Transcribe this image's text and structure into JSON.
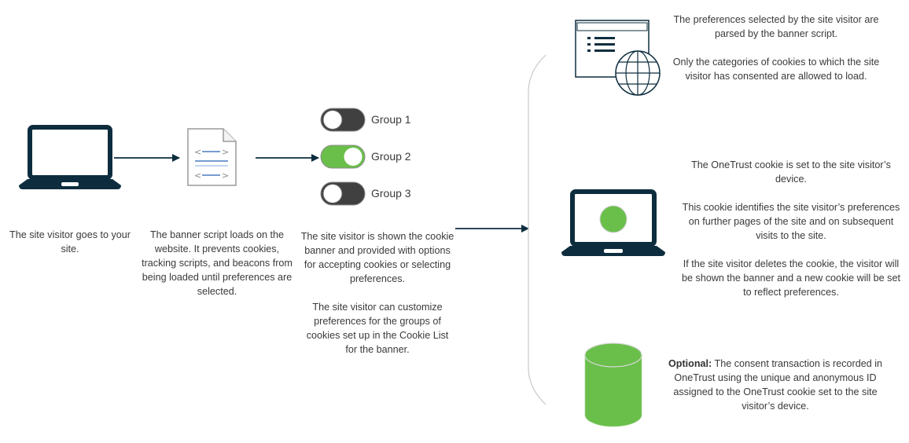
{
  "colors": {
    "icon_dark": "#0d2d3e",
    "accent_green": "#6abf4b",
    "toggle_off": "#404040",
    "text": "#3a3a3a",
    "bracket": "#c8c8c8",
    "code_blue": "#4a7cc0"
  },
  "steps": [
    {
      "icon": "laptop-icon",
      "paragraphs": [
        "The site visitor goes to your site."
      ]
    },
    {
      "icon": "code-document-icon",
      "paragraphs": [
        "The banner script loads on the website. It prevents cookies, tracking scripts, and beacons from being loaded until preferences are selected."
      ]
    },
    {
      "icon": "cookie-group-toggles",
      "toggles": [
        {
          "label": "Group 1",
          "state": "off"
        },
        {
          "label": "Group 2",
          "state": "on"
        },
        {
          "label": "Group 3",
          "state": "off"
        }
      ],
      "paragraphs": [
        "The site visitor is shown the cookie banner and provided with options for accepting cookies or selecting preferences.",
        "The site visitor can customize preferences for the groups of cookies set up in the Cookie List for the banner."
      ]
    }
  ],
  "outcomes": [
    {
      "icon": "browser-globe-icon",
      "paragraphs": [
        "The preferences selected by the site visitor are parsed by the banner script.",
        "Only the categories of cookies to which the site visitor has consented are allowed to load."
      ]
    },
    {
      "icon": "laptop-with-cookie-icon",
      "paragraphs": [
        "The OneTrust cookie is set to the site visitor’s device.",
        "This cookie identifies the site visitor’s preferences on further pages of the site and on subsequent visits to the site.",
        "If the site visitor deletes the cookie, the visitor will be shown the banner and a new cookie will be set to reflect preferences."
      ]
    },
    {
      "icon": "database-icon",
      "bold_prefix": "Optional:",
      "paragraphs": [
        " The consent transaction is recorded in OneTrust using the unique and anonymous ID assigned to the OneTrust cookie set to the site visitor’s device."
      ]
    }
  ]
}
